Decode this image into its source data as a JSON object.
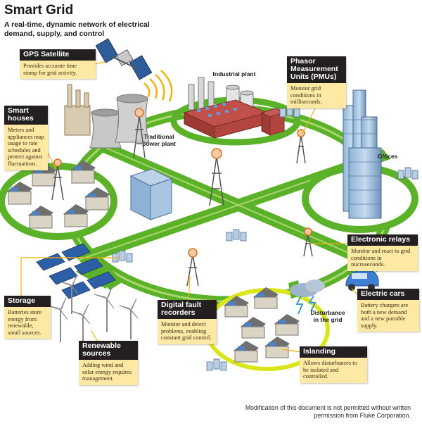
{
  "header": {
    "title": "Smart Grid",
    "subtitle": "A real-time, dynamic network of electrical demand, supply, and control"
  },
  "callouts": {
    "gps": {
      "title": "GPS Satellite",
      "text": "Provides accurate time stamp for grid activity."
    },
    "pmu": {
      "title": "Phasor Measurement Units (PMUs)",
      "text": "Monitor grid conditions in milliseconds."
    },
    "smart_houses": {
      "title": "Smart houses",
      "text": "Meters and appliances map usage to rate schedules and protect against fluctuations."
    },
    "relays": {
      "title": "Electronic relays",
      "text": "Monitor and react to grid conditions in microseconds."
    },
    "storage": {
      "title": "Storage",
      "text": "Batteries store energy from renewable, small sources."
    },
    "fault": {
      "title": "Digital fault recorders",
      "text": "Monitor and detect problems, enabling constant grid control."
    },
    "cars": {
      "title": "Electric cars",
      "text": "Battery chargers are both a new demand and a new portable supply."
    },
    "renewable": {
      "title": "Renewable sources",
      "text": "Adding wind and solar energy requires management."
    },
    "islanding": {
      "title": "Islanding",
      "text": "Allows disturbances to be isolated and controlled."
    }
  },
  "labels": {
    "industrial": "Industrial plant",
    "traditional": "Traditional power plant",
    "offices": "Offices",
    "disturbance": "Disturbance in the grid"
  },
  "footer": "Modification of this document is not permitted without written permission from Fluke Corporation.",
  "colors": {
    "grid_green": "#5bb228",
    "grid_green_dark": "#3e8b1a",
    "grid_green_light": "#a7d66c",
    "callout_header": "#231f20",
    "callout_body": "#fde8a4",
    "leader_line": "#f2b20f"
  }
}
